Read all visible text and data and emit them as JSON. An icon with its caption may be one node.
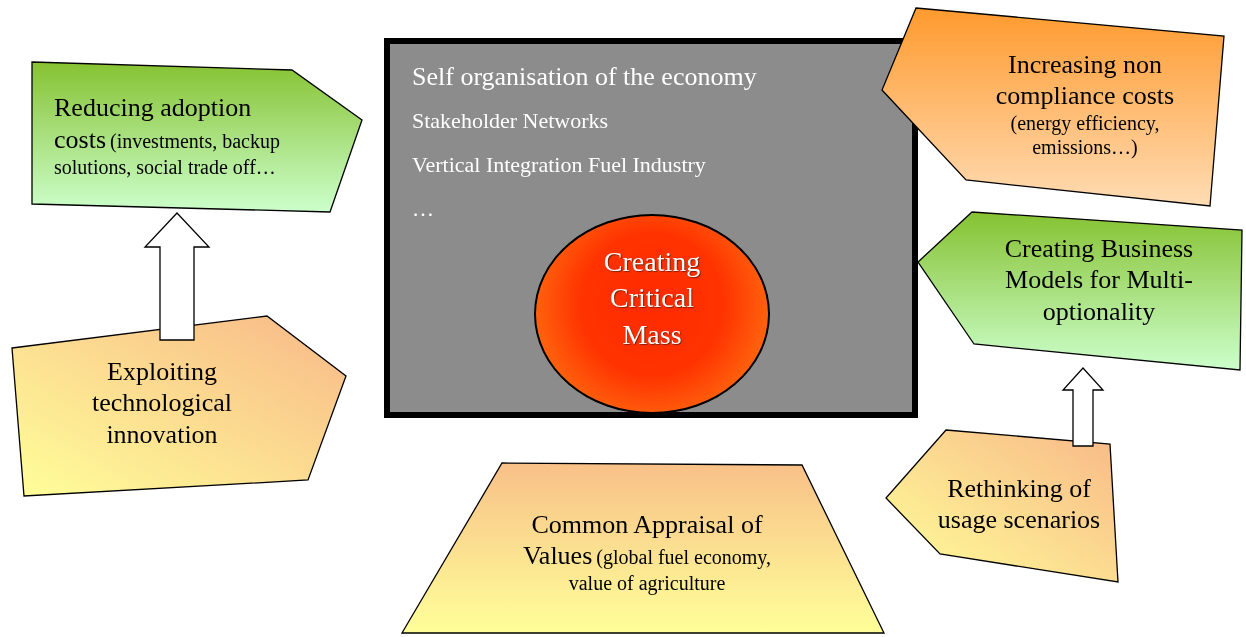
{
  "diagram": {
    "nodes": [
      {
        "text": [
          "Reducing adoption costs",
          "(investments, backup solutions, social trade off…"
        ]
      },
      {
        "text": [
          "Exploiting technological innovation"
        ]
      },
      {
        "text": [
          "Self organisation of the economy",
          "Stakeholder Networks",
          "Vertical Integration Fuel Industry",
          "…"
        ]
      },
      {
        "text": [
          "Creating Critical Mass"
        ],
        "in": 2
      },
      {
        "text": [
          "Increasing non compliance costs",
          "(energy efficiency, emissions…)"
        ]
      },
      {
        "text": [
          "Creating Business Models for Multi-optionality"
        ]
      },
      {
        "text": [
          "Rethinking of usage scenarios"
        ]
      },
      {
        "text": [
          "Common Appraisal of Values",
          "(global fuel economy, value of agriculture"
        ]
      }
    ],
    "edges": [
      {
        "from": 1,
        "to": 0,
        "arrow": "to"
      },
      {
        "from": 6,
        "to": 5,
        "arrow": "to"
      }
    ]
  }
}
